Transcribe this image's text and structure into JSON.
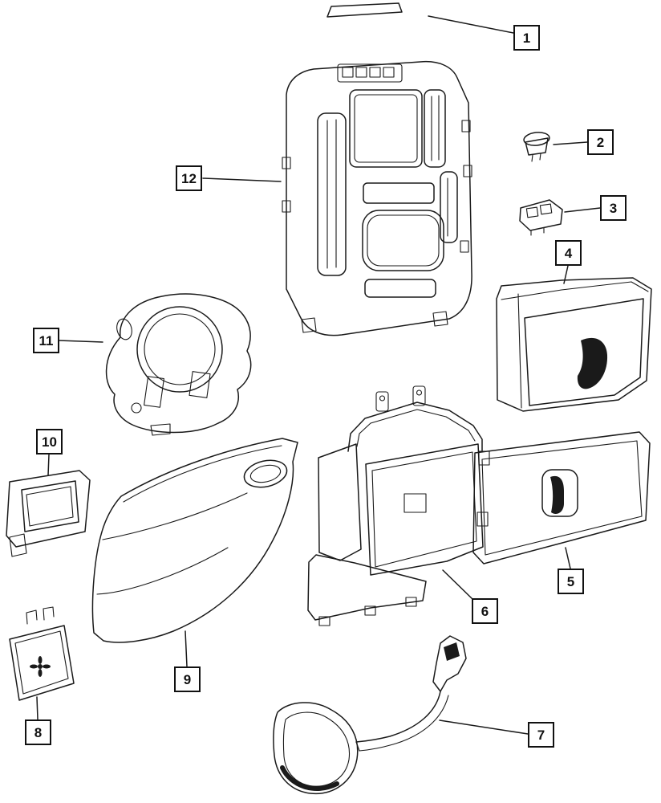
{
  "page": {
    "background": "#ffffff"
  },
  "diagram": {
    "type": "exploded-parts-diagram",
    "colors": {
      "line": "#1a1a1a",
      "callout_border": "#111111",
      "callout_background": "#ffffff"
    },
    "callouts": [
      {
        "number": "1"
      },
      {
        "number": "2"
      },
      {
        "number": "3"
      },
      {
        "number": "4"
      },
      {
        "number": "5"
      },
      {
        "number": "6"
      },
      {
        "number": "7"
      },
      {
        "number": "8"
      },
      {
        "number": "9"
      },
      {
        "number": "10"
      },
      {
        "number": "11"
      },
      {
        "number": "12"
      }
    ]
  }
}
